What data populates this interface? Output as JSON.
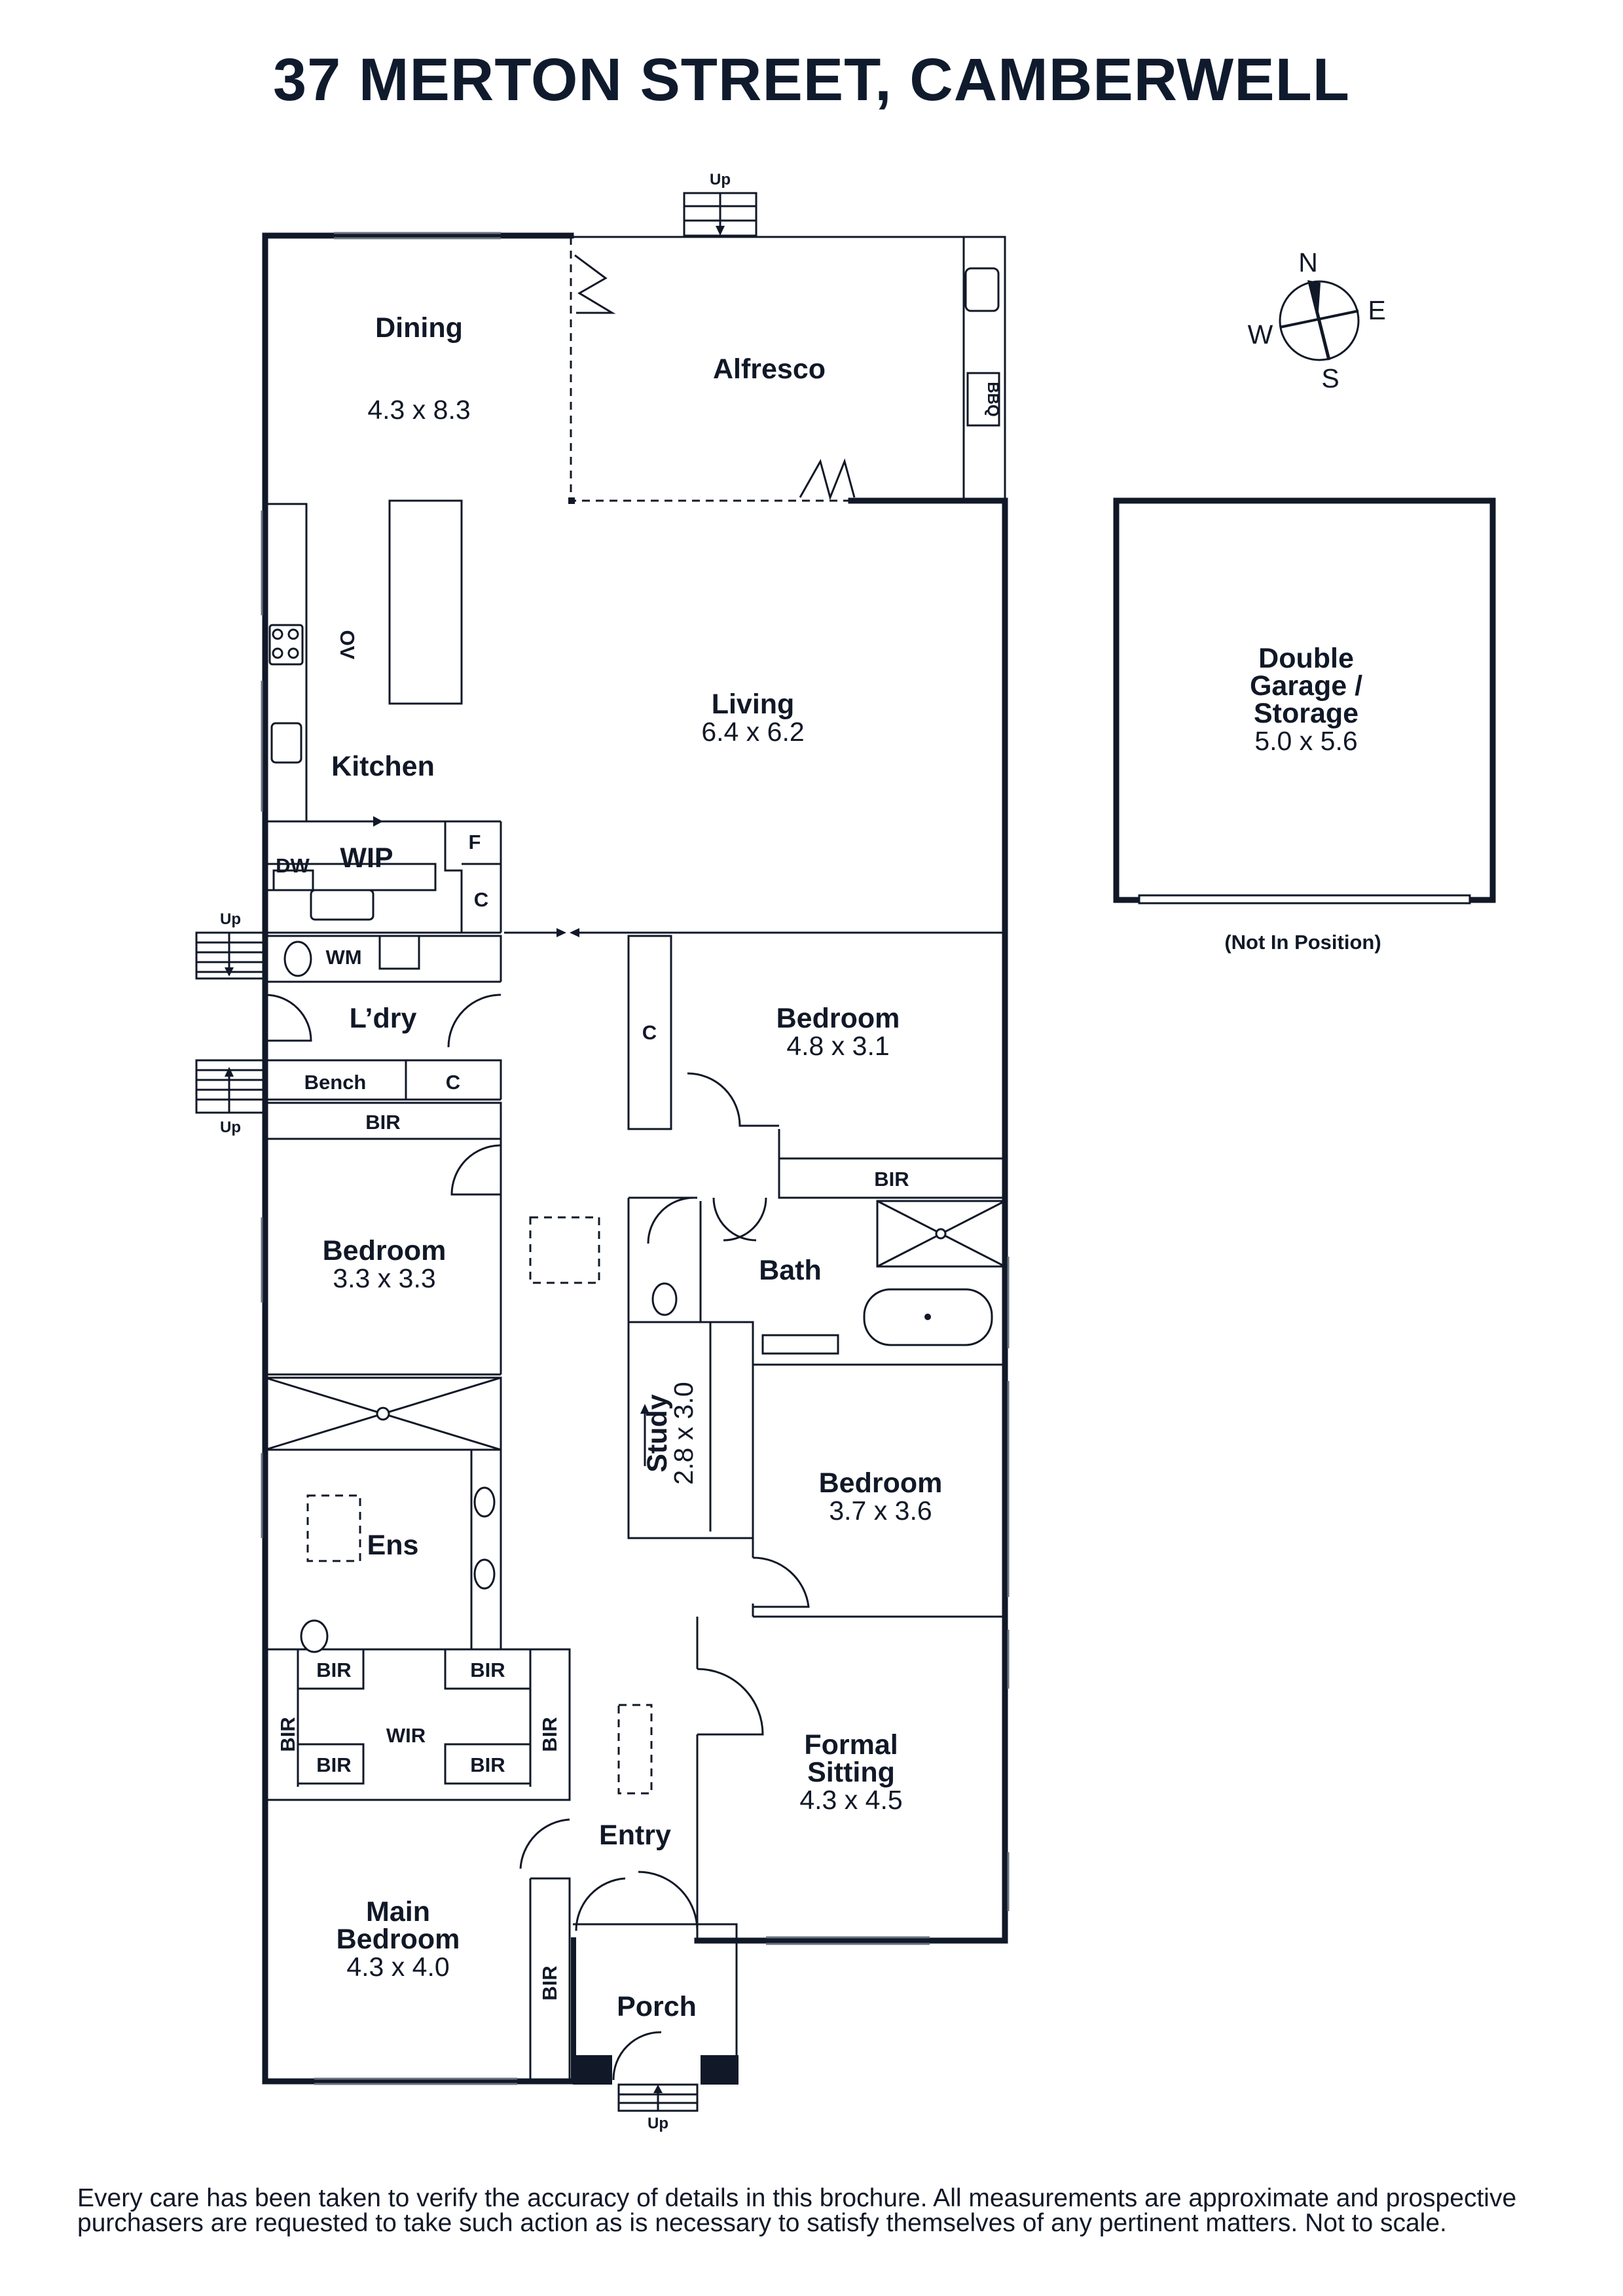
{
  "title": "37 MERTON STREET, CAMBERWELL",
  "rooms": {
    "dining": {
      "label": "Dining",
      "dims": "4.3 x 8.3"
    },
    "alfresco": {
      "label": "Alfresco"
    },
    "living": {
      "label": "Living",
      "dims": "6.4 x 6.2"
    },
    "kitchen": {
      "label": "Kitchen"
    },
    "wip": {
      "label": "WIP"
    },
    "laundry": {
      "label": "L’dry"
    },
    "bedroom_2": {
      "label": "Bedroom",
      "dims": "4.8 x 3.1"
    },
    "bedroom_3": {
      "label": "Bedroom",
      "dims": "3.3 x 3.3"
    },
    "bath": {
      "label": "Bath"
    },
    "study": {
      "label": "Study",
      "dims": "2.8 x 3.0"
    },
    "bedroom_4": {
      "label": "Bedroom",
      "dims": "3.7 x 3.6"
    },
    "ensuite": {
      "label": "Ens"
    },
    "wir": {
      "label": "WIR"
    },
    "entry": {
      "label": "Entry"
    },
    "formal_sitting": {
      "label_line1": "Formal",
      "label_line2": "Sitting",
      "dims": "4.3 x 4.5"
    },
    "main_bedroom": {
      "label_line1": "Main",
      "label_line2": "Bedroom",
      "dims": "4.3 x 4.0"
    },
    "porch": {
      "label": "Porch"
    },
    "garage": {
      "label_line1": "Double",
      "label_line2": "Garage /",
      "label_line3": "Storage",
      "dims": "5.0 x 5.6",
      "note": "(Not In Position)"
    }
  },
  "fixtures": {
    "dw": "DW",
    "f": "F",
    "c": "C",
    "wm": "WM",
    "bench": "Bench",
    "bir": "BIR",
    "ov": "OV",
    "bbq": "BBQ",
    "up": "Up"
  },
  "compass": {
    "n": "N",
    "e": "E",
    "s": "S",
    "w": "W"
  },
  "disclaimer": {
    "line1": "Every care has been taken to verify the accuracy of details in this brochure. All measurements are approximate and prospective",
    "line2": "purchasers are requested to take such action as is necessary to satisfy themselves of any pertinent matters. Not to scale."
  }
}
